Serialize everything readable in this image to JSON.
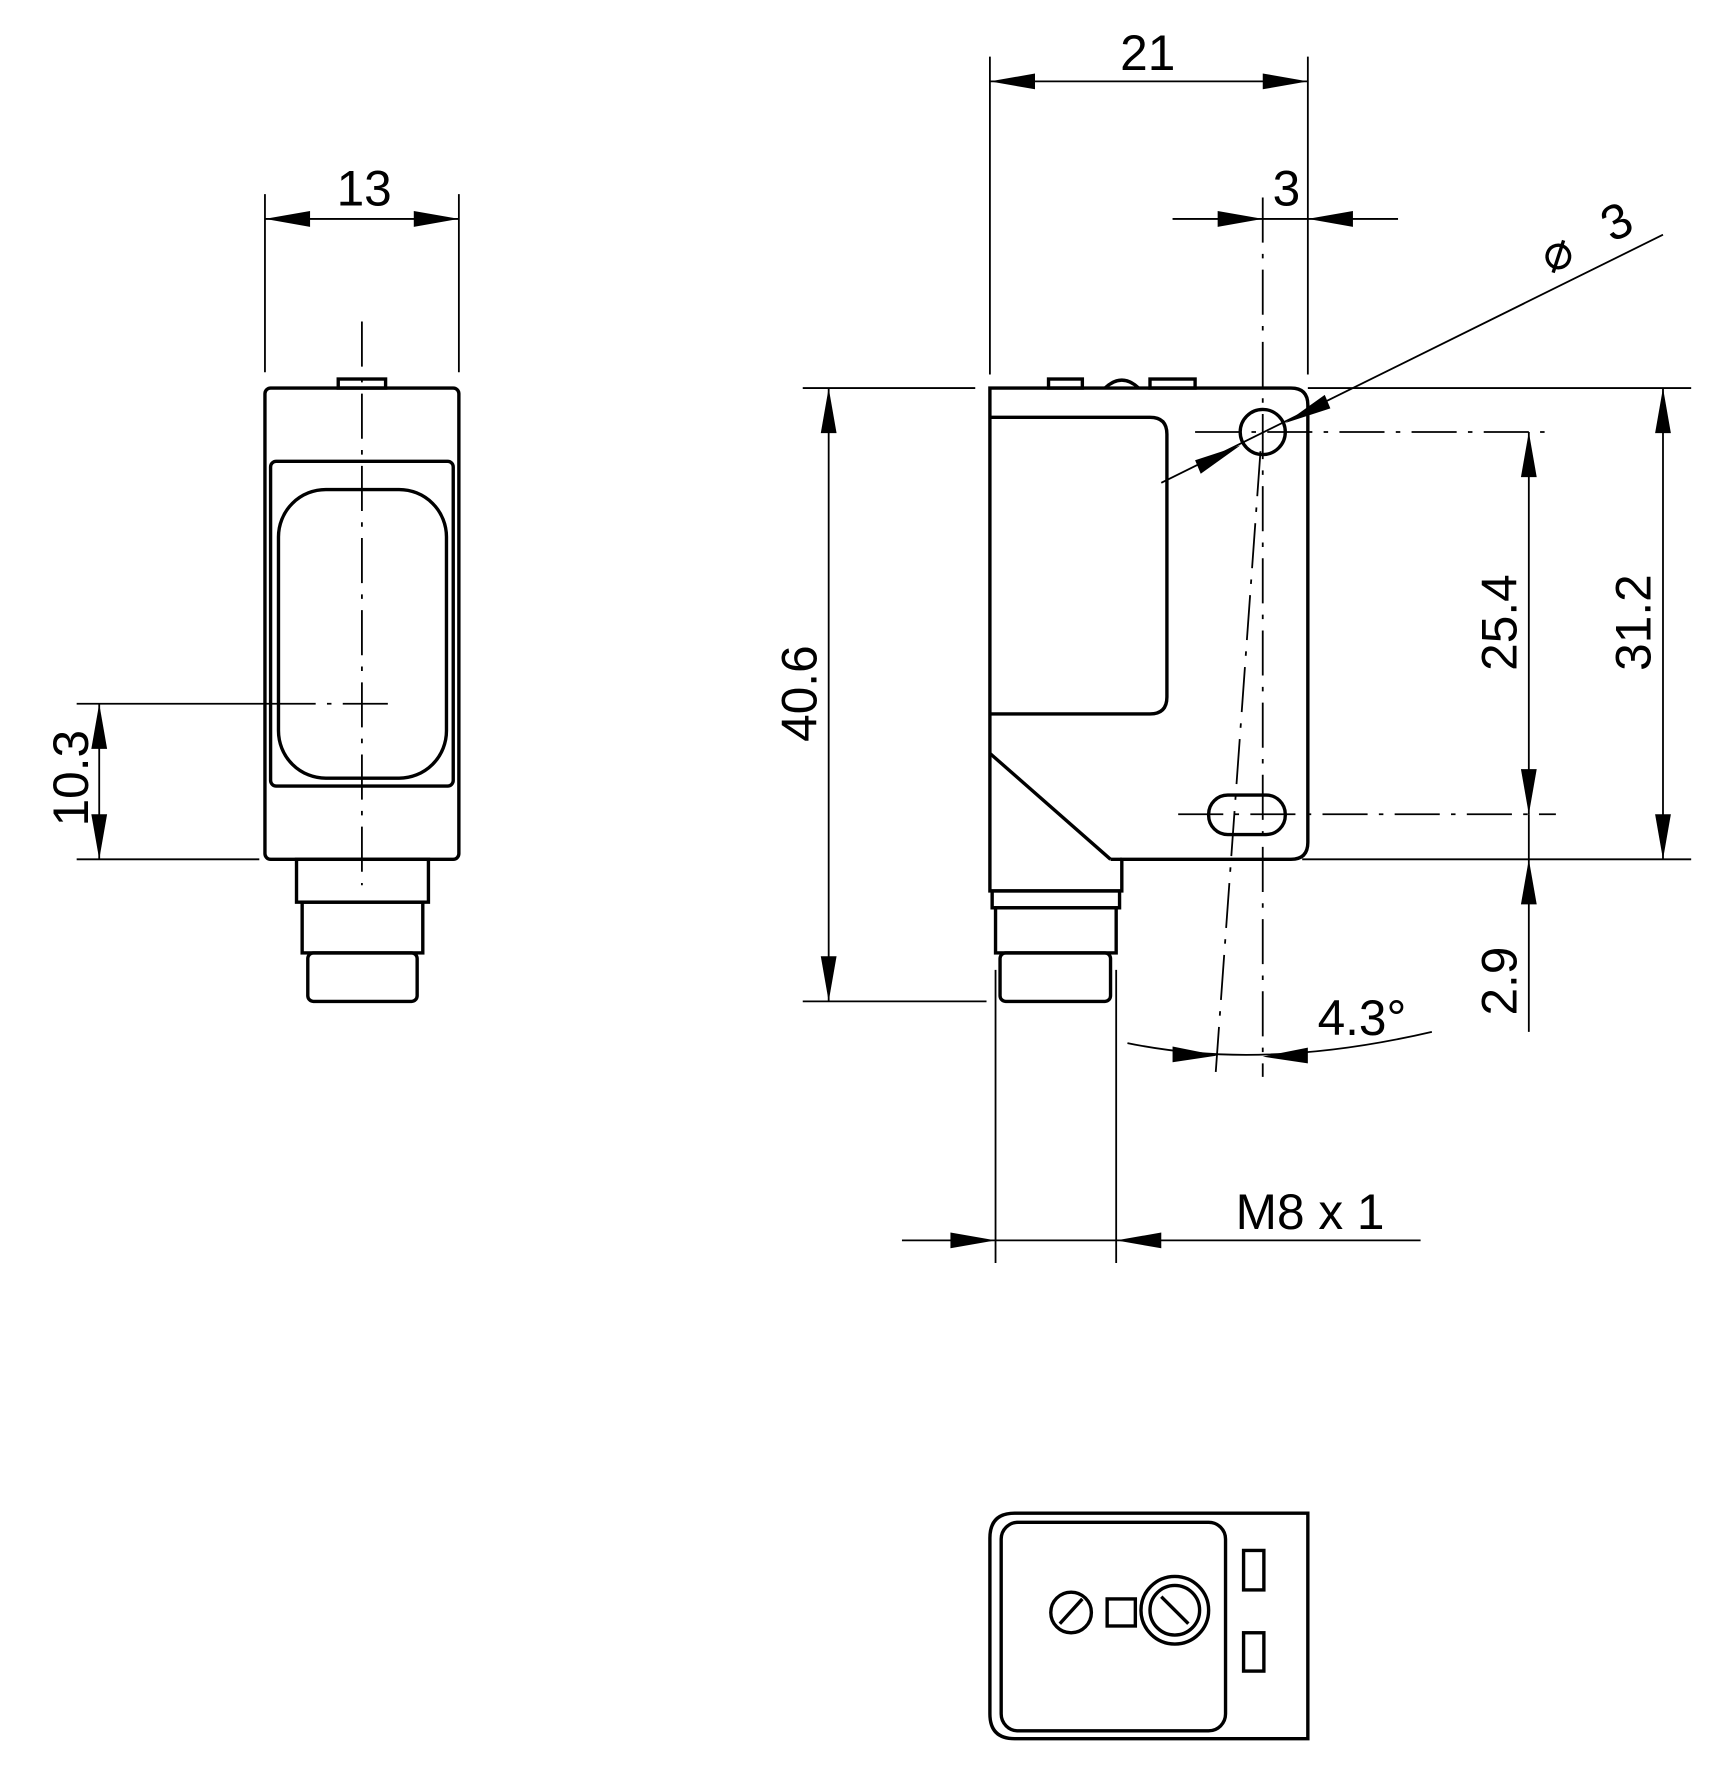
{
  "title": "Sensor dimensional drawing",
  "dimensions": {
    "width_front": "13",
    "offset_front": "10.3",
    "width_side": "21",
    "hole_offset": "3",
    "hole_diameter_symbol": "⌀",
    "hole_diameter": "3",
    "height_total": "40.6",
    "hole_spacing": "25.4",
    "height_body": "31.2",
    "bottom_offset": "2.9",
    "angle": "4.3°",
    "thread": "M8 x 1"
  },
  "colors": {
    "line": "#000000",
    "background": "#ffffff"
  }
}
